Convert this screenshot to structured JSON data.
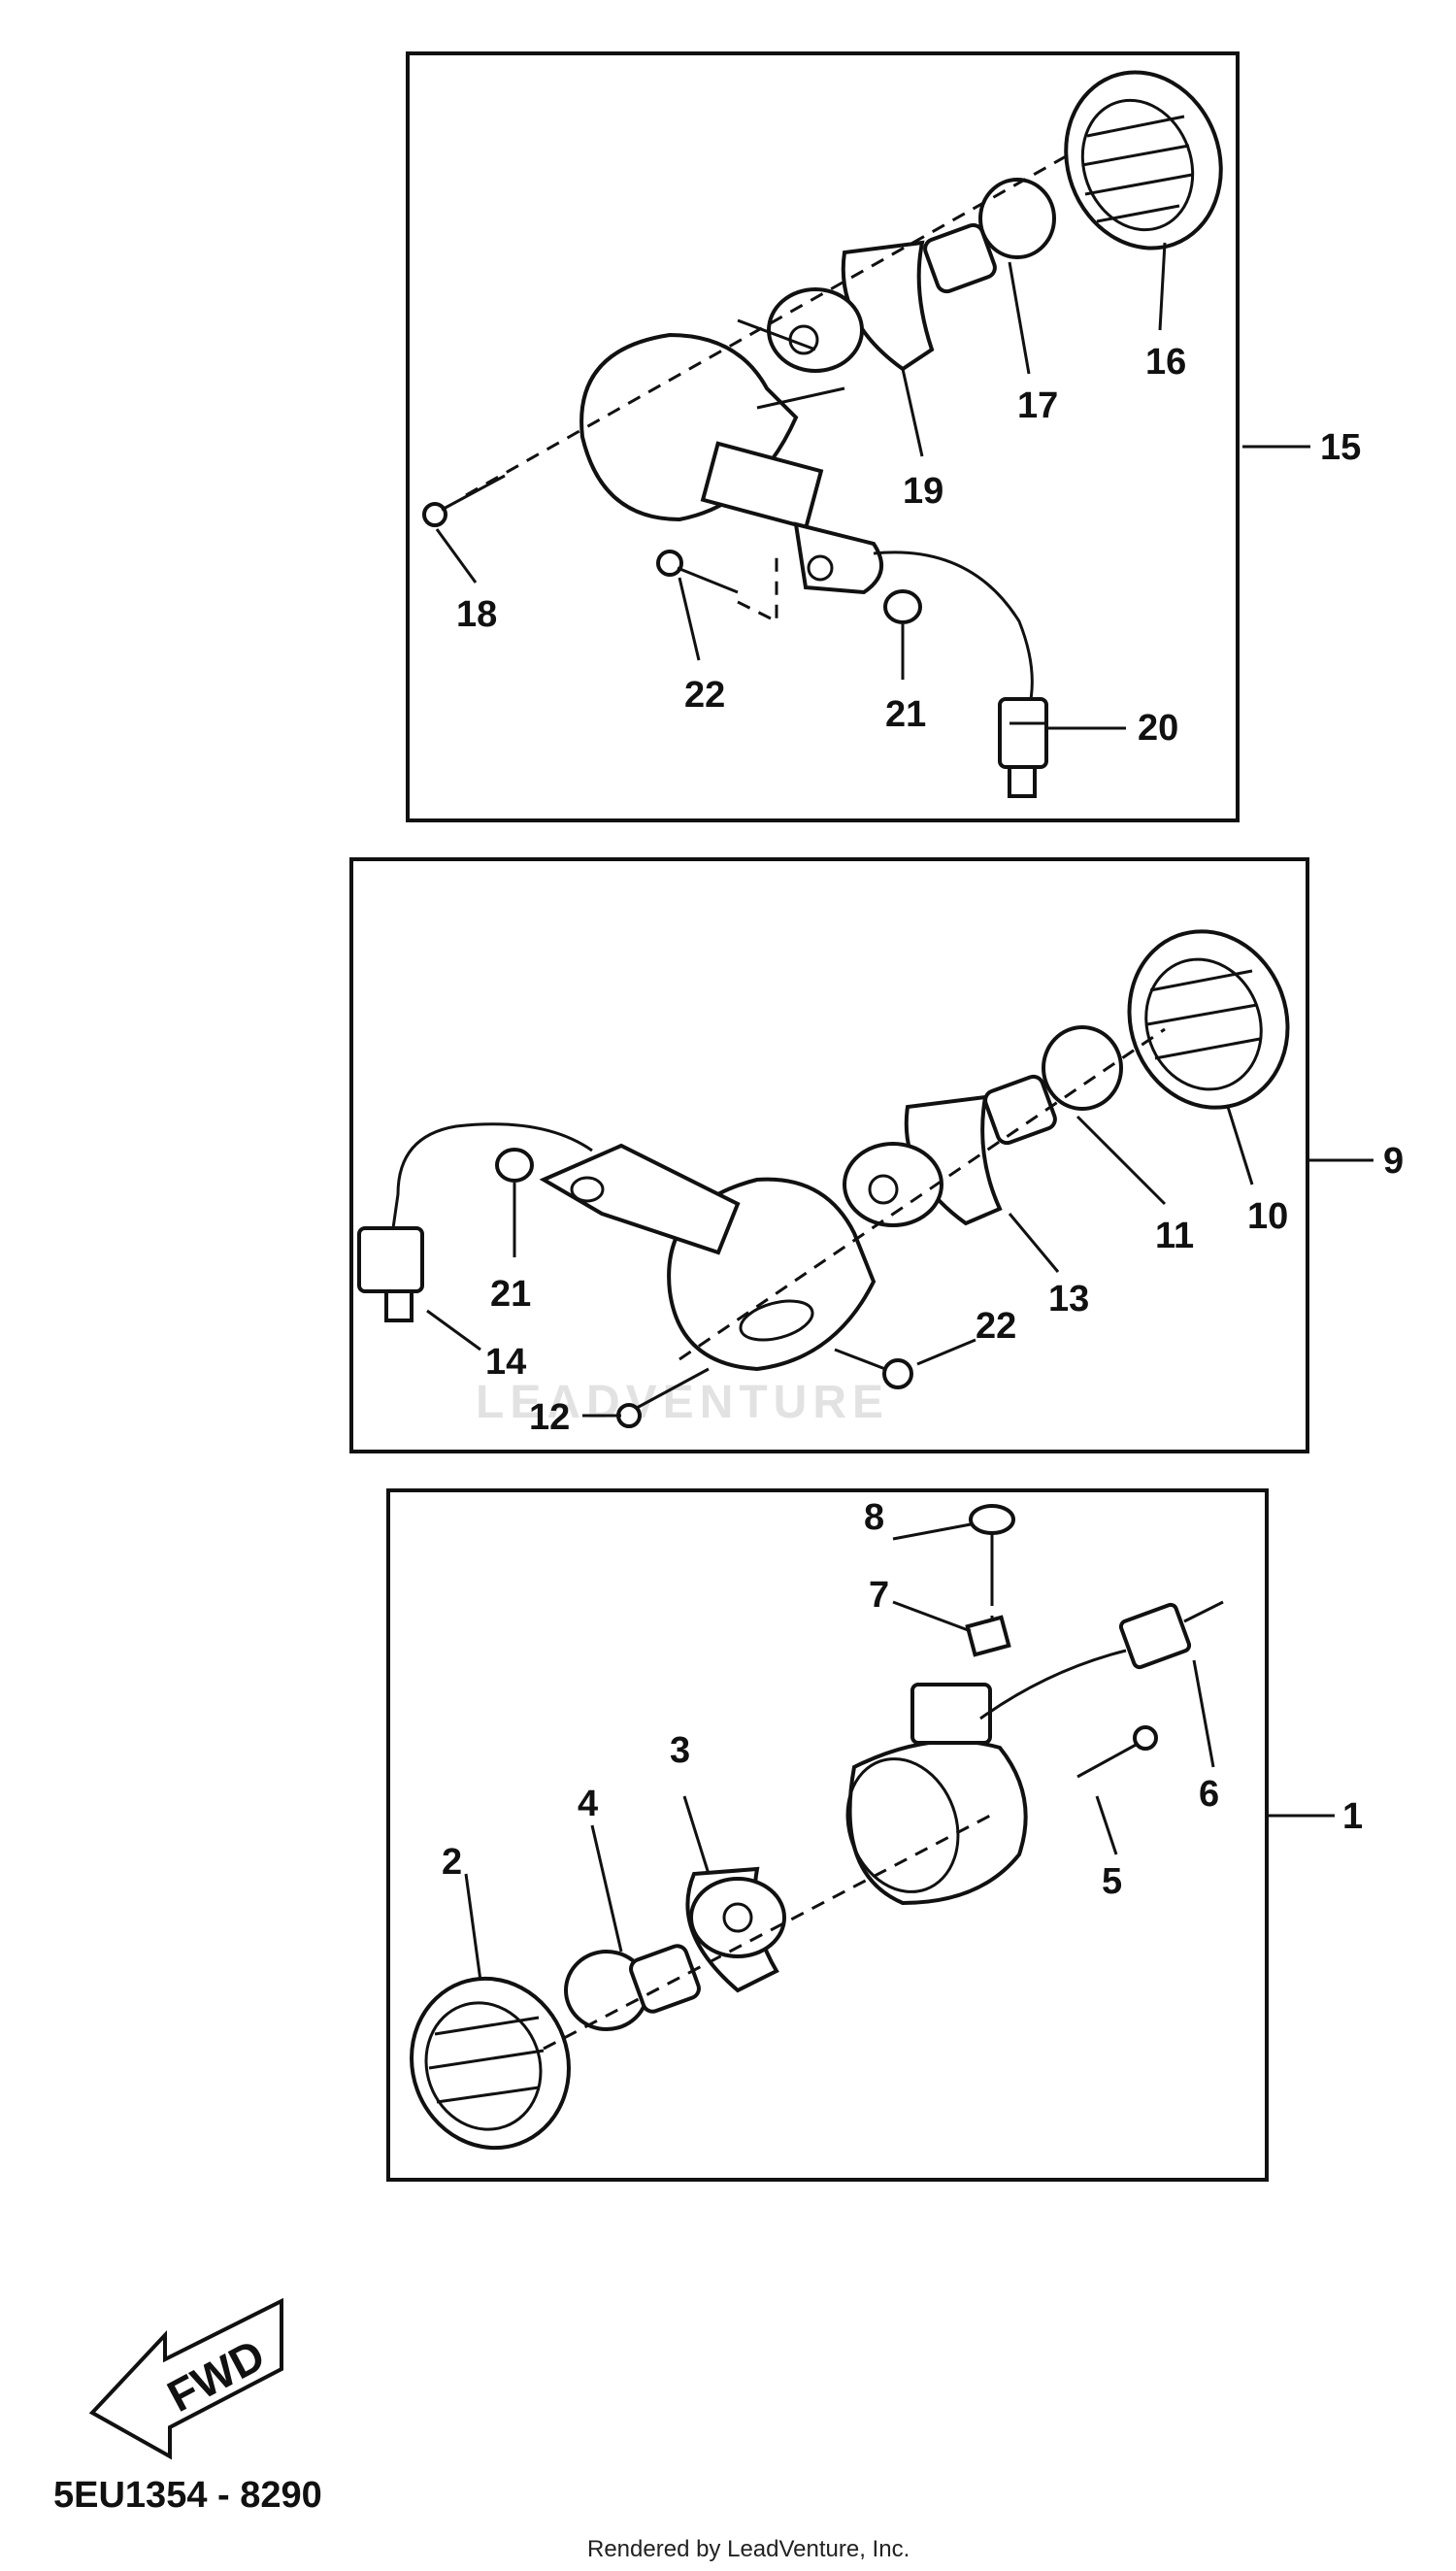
{
  "assemblies": [
    {
      "id": "15",
      "callouts": [
        "16",
        "17",
        "18",
        "19",
        "20",
        "21",
        "22"
      ]
    },
    {
      "id": "9",
      "callouts": [
        "10",
        "11",
        "12",
        "13",
        "14",
        "21",
        "22"
      ]
    },
    {
      "id": "1",
      "callouts": [
        "2",
        "3",
        "4",
        "5",
        "6",
        "7",
        "8"
      ]
    }
  ],
  "labels": {
    "a15": "15",
    "p16": "16",
    "p17": "17",
    "p18": "18",
    "p19": "19",
    "p20": "20",
    "p21a": "21",
    "p22a": "22",
    "a9": "9",
    "p10": "10",
    "p11": "11",
    "p12": "12",
    "p13": "13",
    "p14": "14",
    "p21b": "21",
    "p22b": "22",
    "a1": "1",
    "p2": "2",
    "p3": "3",
    "p4": "4",
    "p5": "5",
    "p6": "6",
    "p7": "7",
    "p8": "8"
  },
  "fwd_label": "FWD",
  "diagram_code": "5EU1354 - 8290",
  "watermark": "LEADVENTURE",
  "footer": "Rendered by LeadVenture, Inc."
}
